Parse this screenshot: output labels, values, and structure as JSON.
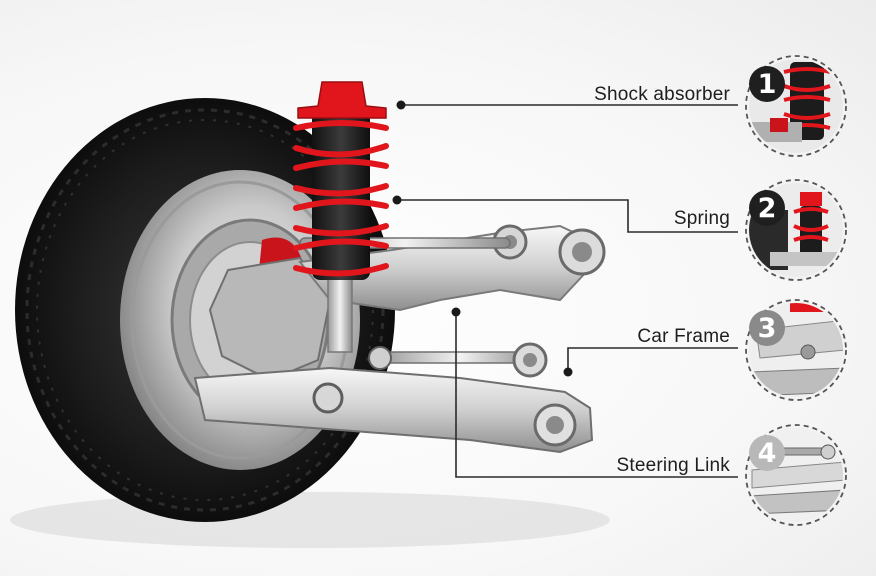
{
  "diagram": {
    "parts": [
      {
        "number": "1",
        "label": "Shock absorber"
      },
      {
        "number": "2",
        "label": "Spring"
      },
      {
        "number": "3",
        "label": "Car Frame"
      },
      {
        "number": "4",
        "label": "Steering Link"
      }
    ]
  },
  "colors": {
    "spring_red": "#e0161c",
    "leader_line": "#2a2a2a",
    "badge_dark": "#1f1f1f",
    "badge_grey": "#8a8a8a",
    "badge_light": "#b8b8b8"
  }
}
